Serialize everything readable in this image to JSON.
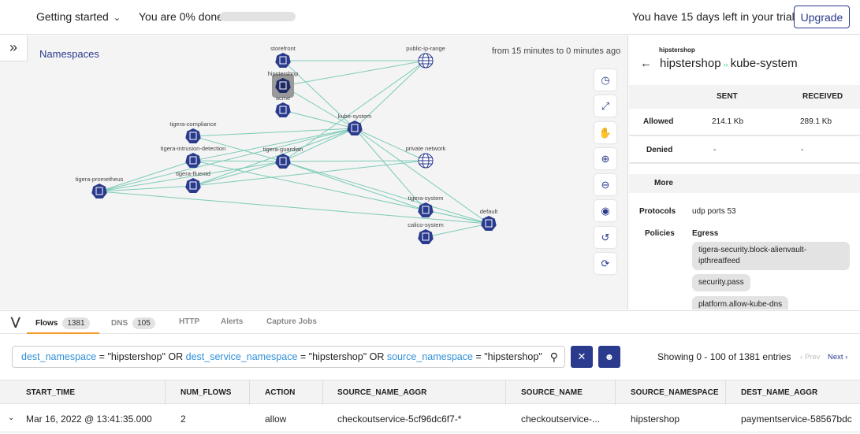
{
  "topbar": {
    "getting_started": "Getting started",
    "progress_text": "You are 0% done",
    "progress_percent": 0,
    "trial": "You have 15 days left in your trial",
    "upgrade": "Upgrade"
  },
  "graph": {
    "title": "Namespaces",
    "time_range": "from 15 minutes to 0 minutes ago",
    "nodes": [
      {
        "name": "storefront",
        "type": "namespace"
      },
      {
        "name": "hipstershop",
        "type": "namespace",
        "selected": true
      },
      {
        "name": "acme",
        "type": "namespace"
      },
      {
        "name": "public-ip-range",
        "type": "network"
      },
      {
        "name": "kube-system",
        "type": "namespace"
      },
      {
        "name": "tigera-compliance",
        "type": "namespace"
      },
      {
        "name": "tigera-intrusion-detection",
        "type": "namespace"
      },
      {
        "name": "tigera-guardian",
        "type": "namespace"
      },
      {
        "name": "private network",
        "type": "network"
      },
      {
        "name": "tigera-fluentd",
        "type": "namespace"
      },
      {
        "name": "tigera-prometheus",
        "type": "namespace"
      },
      {
        "name": "tigera-system",
        "type": "namespace"
      },
      {
        "name": "default",
        "type": "namespace"
      },
      {
        "name": "calico-system",
        "type": "namespace"
      }
    ],
    "edges": [
      [
        "storefront",
        "public-ip-range"
      ],
      [
        "storefront",
        "kube-system"
      ],
      [
        "hipstershop",
        "public-ip-range"
      ],
      [
        "hipstershop",
        "kube-system"
      ],
      [
        "acme",
        "kube-system"
      ],
      [
        "kube-system",
        "public-ip-range"
      ],
      [
        "kube-system",
        "private network"
      ],
      [
        "kube-system",
        "tigera-system"
      ],
      [
        "kube-system",
        "default"
      ],
      [
        "tigera-compliance",
        "kube-system"
      ],
      [
        "tigera-compliance",
        "tigera-guardian"
      ],
      [
        "tigera-intrusion-detection",
        "kube-system"
      ],
      [
        "tigera-intrusion-detection",
        "tigera-guardian"
      ],
      [
        "tigera-intrusion-detection",
        "default"
      ],
      [
        "tigera-guardian",
        "kube-system"
      ],
      [
        "tigera-guardian",
        "public-ip-range"
      ],
      [
        "tigera-guardian",
        "private network"
      ],
      [
        "tigera-guardian",
        "tigera-system"
      ],
      [
        "tigera-guardian",
        "default"
      ],
      [
        "tigera-fluentd",
        "kube-system"
      ],
      [
        "tigera-fluentd",
        "tigera-guardian"
      ],
      [
        "tigera-fluentd",
        "private network"
      ],
      [
        "tigera-prometheus",
        "tigera-fluentd"
      ],
      [
        "tigera-prometheus",
        "tigera-guardian"
      ],
      [
        "tigera-prometheus",
        "kube-system"
      ],
      [
        "tigera-prometheus",
        "default"
      ],
      [
        "tigera-prometheus",
        "tigera-intrusion-detection"
      ],
      [
        "tigera-system",
        "default"
      ],
      [
        "calico-system",
        "default"
      ]
    ],
    "controls": [
      "clock-icon",
      "fit-screen-icon",
      "hand-pan-icon",
      "zoom-in-icon",
      "zoom-out-icon",
      "eye-icon",
      "undo-icon",
      "refresh-icon"
    ],
    "edge_color": "#7ccbb8",
    "node_color": "#2a3a8c"
  },
  "panel": {
    "small_title": "hipstershop",
    "source": "hipstershop",
    "dest": "kube-system",
    "arrow": "››",
    "col_sent": "SENT",
    "col_received": "RECEIVED",
    "rows": [
      {
        "label": "Allowed",
        "sent": "214.1 Kb",
        "received": "289.1 Kb"
      },
      {
        "label": "Denied",
        "sent": "-",
        "received": "-"
      }
    ],
    "more": "More",
    "protocols_label": "Protocols",
    "protocols": "udp ports 53",
    "policies_label": "Policies",
    "egress": "Egress",
    "policies": [
      "tigera-security.block-alienvault-ipthreatfeed",
      "security.pass",
      "platform.allow-kube-dns"
    ]
  },
  "bottom": {
    "tabs": [
      {
        "label": "Flows",
        "count": "1381"
      },
      {
        "label": "DNS",
        "count": "105"
      },
      {
        "label": "HTTP"
      },
      {
        "label": "Alerts"
      },
      {
        "label": "Capture Jobs"
      }
    ],
    "query": [
      {
        "k": "dest_namespace",
        "v": " = \"hipstershop\" OR "
      },
      {
        "k": "dest_service_namespace",
        "v": " = \"hipstershop\" OR "
      },
      {
        "k": "source_namespace",
        "v": " = \"hipstershop\""
      }
    ],
    "showing": "Showing 0 - 100 of 1381 entries",
    "prev": "Prev",
    "next": "Next",
    "columns": [
      "START_TIME",
      "NUM_FLOWS",
      "ACTION",
      "SOURCE_NAME_AGGR",
      "SOURCE_NAME",
      "SOURCE_NAMESPACE",
      "DEST_NAME_AGGR"
    ],
    "rows": [
      [
        "Mar 16, 2022 @ 13:41:35.000",
        "2",
        "allow",
        "checkoutservice-5cf96dc6f7-*",
        "checkoutservice-...",
        "hipstershop",
        "paymentservice-58567bdc"
      ]
    ]
  }
}
